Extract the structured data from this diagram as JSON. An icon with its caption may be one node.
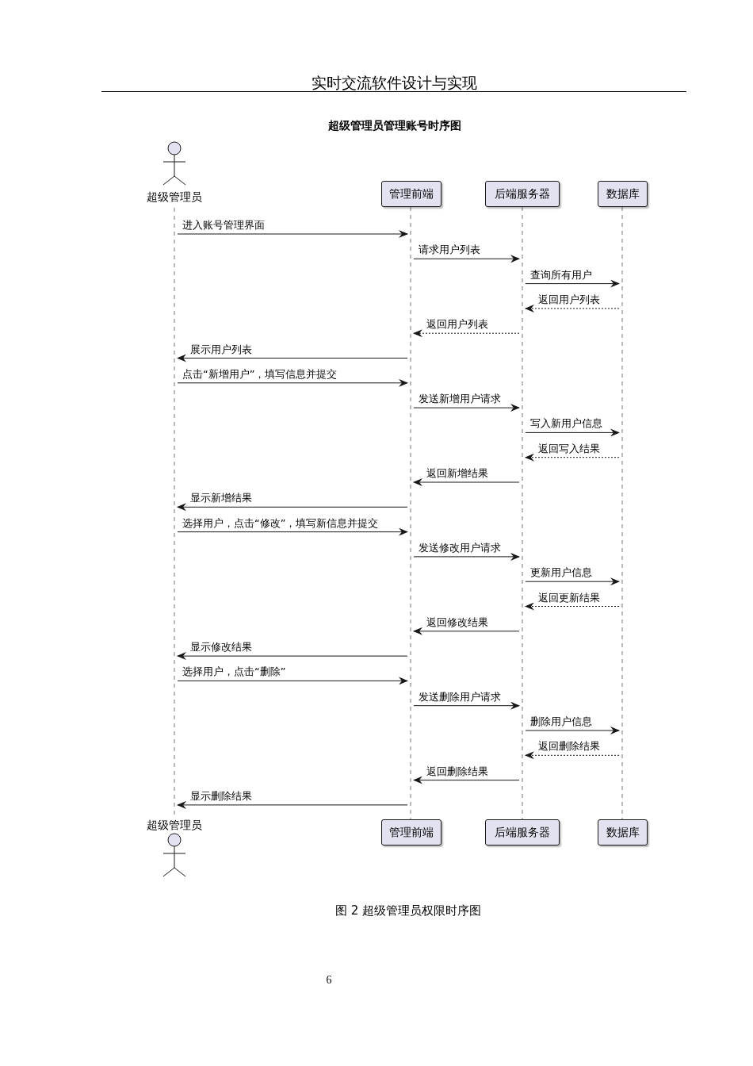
{
  "diagram": {
    "title": "超级管理员管理账号时序图",
    "caption": "图 2 超级管理员权限时序图",
    "nodes": [
      {
        "text": [
          "超级管理员"
        ]
      },
      {
        "text": [
          "管理前端"
        ]
      },
      {
        "text": [
          "后端服务器"
        ]
      },
      {
        "text": [
          "数据库"
        ]
      },
      {
        "text": [
          "超级管理员"
        ]
      },
      {
        "text": [
          "管理前端"
        ]
      },
      {
        "text": [
          "后端服务器"
        ]
      },
      {
        "text": [
          "数据库"
        ]
      },
      {
        "text": [],
        "shape": "line"
      },
      {
        "text": [],
        "shape": "line"
      },
      {
        "text": [],
        "shape": "line"
      },
      {
        "text": [],
        "shape": "line"
      }
    ],
    "edges": [
      {
        "from": 8,
        "to": 9,
        "arrow": "to",
        "label": "进入账号管理界面"
      },
      {
        "from": 9,
        "to": 10,
        "arrow": "to",
        "label": "请求用户列表"
      },
      {
        "from": 10,
        "to": 11,
        "arrow": "to",
        "label": "查询所有用户"
      },
      {
        "from": 11,
        "to": 10,
        "arrow": "to",
        "label": "返回用户列表",
        "style": "dashed"
      },
      {
        "from": 10,
        "to": 9,
        "arrow": "to",
        "label": "返回用户列表",
        "style": "dashed"
      },
      {
        "from": 9,
        "to": 8,
        "arrow": "to",
        "label": "展示用户列表"
      },
      {
        "from": 8,
        "to": 9,
        "arrow": "to",
        "label": "点击“新增用户”，填写信息并提交"
      },
      {
        "from": 9,
        "to": 10,
        "arrow": "to",
        "label": "发送新增用户请求"
      },
      {
        "from": 10,
        "to": 11,
        "arrow": "to",
        "label": "写入新用户信息"
      },
      {
        "from": 11,
        "to": 10,
        "arrow": "to",
        "label": "返回写入结果",
        "style": "dashed"
      },
      {
        "from": 10,
        "to": 9,
        "arrow": "to",
        "label": "返回新增结果"
      },
      {
        "from": 9,
        "to": 8,
        "arrow": "to",
        "label": "显示新增结果"
      },
      {
        "from": 8,
        "to": 9,
        "arrow": "to",
        "label": "选择用户，点击“修改”，填写新信息并提交"
      },
      {
        "from": 9,
        "to": 10,
        "arrow": "to",
        "label": "发送修改用户请求"
      },
      {
        "from": 10,
        "to": 11,
        "arrow": "to",
        "label": "更新用户信息"
      },
      {
        "from": 11,
        "to": 10,
        "arrow": "to",
        "label": "返回更新结果",
        "style": "dashed"
      },
      {
        "from": 10,
        "to": 9,
        "arrow": "to",
        "label": "返回修改结果"
      },
      {
        "from": 9,
        "to": 8,
        "arrow": "to",
        "label": "显示修改结果"
      },
      {
        "from": 8,
        "to": 9,
        "arrow": "to",
        "label": "选择用户，点击“删除”"
      },
      {
        "from": 9,
        "to": 10,
        "arrow": "to",
        "label": "发送删除用户请求"
      },
      {
        "from": 10,
        "to": 11,
        "arrow": "to",
        "label": "删除用户信息"
      },
      {
        "from": 11,
        "to": 10,
        "arrow": "to",
        "label": "返回删除结果",
        "style": "dashed"
      },
      {
        "from": 10,
        "to": 9,
        "arrow": "to",
        "label": "返回删除结果"
      },
      {
        "from": 9,
        "to": 8,
        "arrow": "to",
        "label": "显示删除结果"
      }
    ],
    "labels": [
      "实时交流软件设计与实现",
      "6"
    ]
  }
}
